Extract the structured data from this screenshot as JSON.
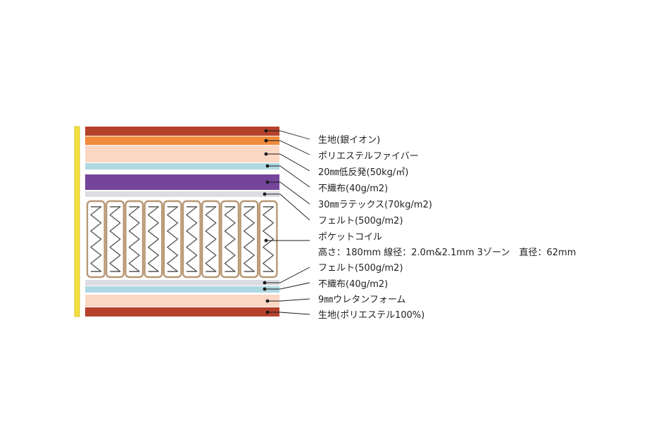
{
  "labels": [
    "生地(銀イオン)",
    "ポリエステルファイバー",
    "20㎜低反発(50kg/㎥)",
    "不織布(40g/m2)",
    "30㎜ラテックス(70kg/m2)",
    "フェルト(500g/m2)",
    "ポケットコイル",
    "高さ：180mm 線径：2.0m&2.1mm 3ゾーン　直径：62mm",
    "フェルト(500g/m2)",
    "不織布(40g/m2)",
    "9㎜ウレタンフォーム",
    "生地(ポリエステル100%)"
  ],
  "colors": {
    "fabric": "#b5412b",
    "orange": "#f08a3c",
    "peach": "#fbd7c4",
    "light_blue": "#aed8e2",
    "purple": "#74459a",
    "light_gray": "#dcdde2",
    "coil_frame": "#b79773",
    "coil_line": "#555555",
    "side_yellow": "#f4e03c",
    "leader": "#1a1a1a"
  }
}
